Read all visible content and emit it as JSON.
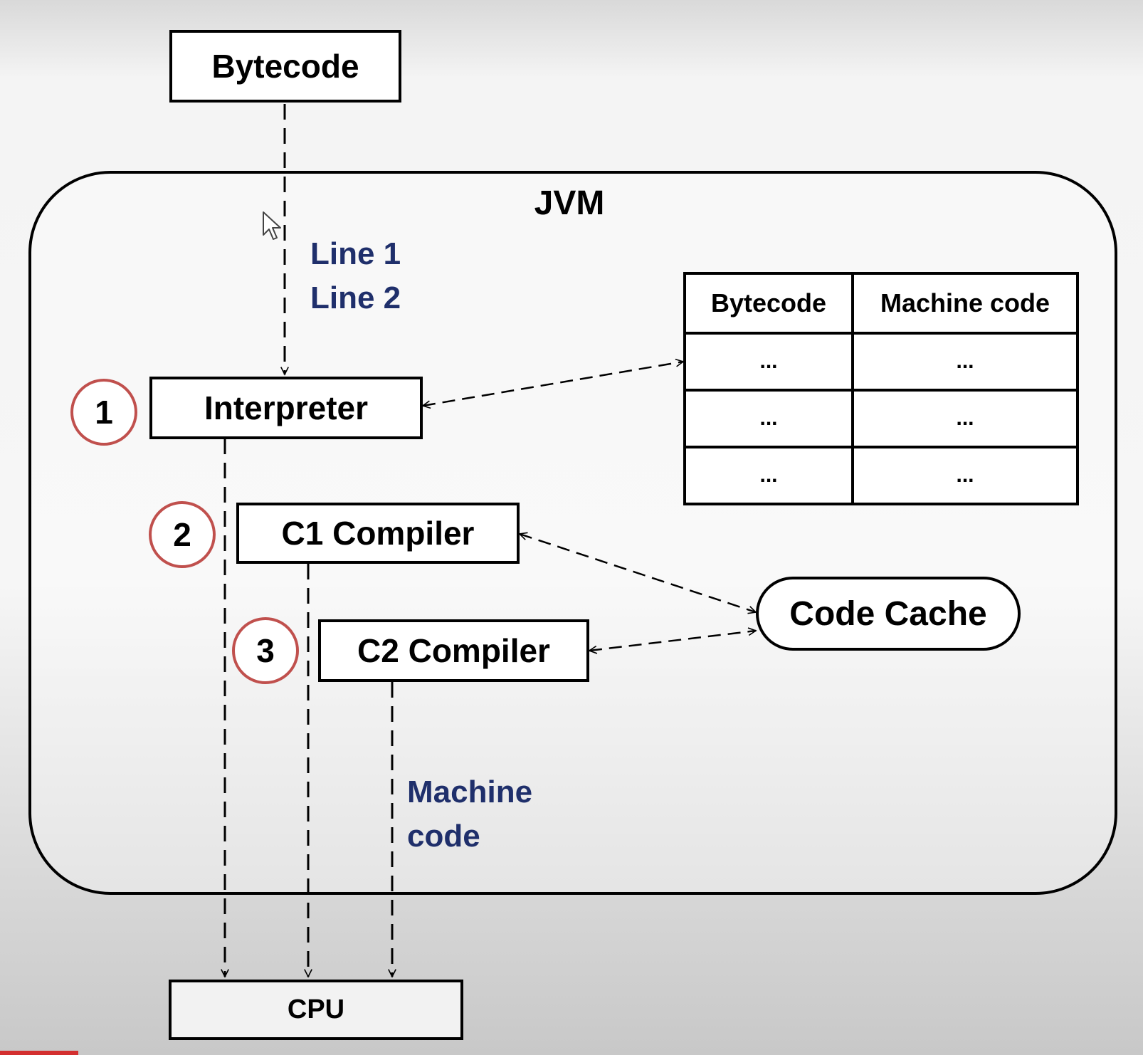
{
  "diagram": {
    "top_box": "Bytecode",
    "jvm_label": "JVM",
    "input_lines": [
      "Line 1",
      "Line 2"
    ],
    "steps": [
      {
        "number": "1",
        "label": "Interpreter"
      },
      {
        "number": "2",
        "label": "C1 Compiler"
      },
      {
        "number": "3",
        "label": "C2 Compiler"
      }
    ],
    "table": {
      "headers": [
        "Bytecode",
        "Machine code"
      ],
      "rows": [
        [
          "...",
          "..."
        ],
        [
          "...",
          "..."
        ],
        [
          "...",
          "..."
        ]
      ]
    },
    "code_cache": "Code Cache",
    "machine_code_label": [
      "Machine",
      "code"
    ],
    "cpu_box": "CPU"
  },
  "colors": {
    "step_circle_border": "#c0504d",
    "blue_text": "#1f2f6b",
    "box_border": "#000000"
  }
}
